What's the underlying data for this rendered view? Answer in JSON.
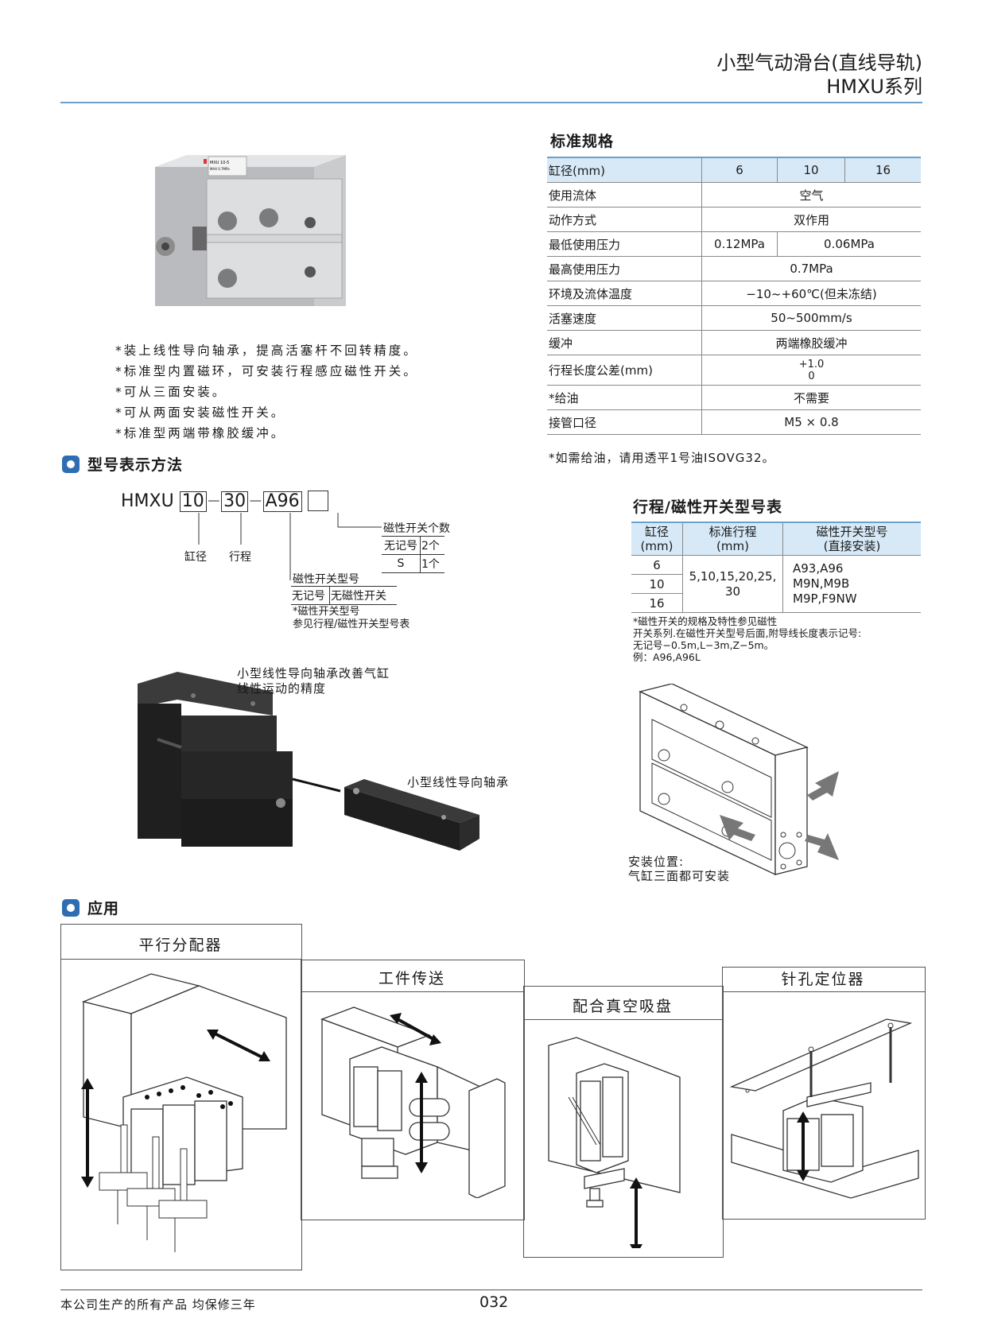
{
  "header": {
    "title_line1": "小型气动滑台(直线导轨)",
    "title_line2": "HMXU系列"
  },
  "spec": {
    "title": "标准规格",
    "rows": [
      {
        "label": "缸径(mm)",
        "values": [
          "6",
          "10",
          "16"
        ]
      },
      {
        "label": "使用流体",
        "value": "空气"
      },
      {
        "label": "动作方式",
        "value": "双作用"
      },
      {
        "label": "最低使用压力",
        "values": [
          "0.12MPa",
          "0.06MPa"
        ]
      },
      {
        "label": "最高使用压力",
        "value": "0.7MPa"
      },
      {
        "label": "环境及流体温度",
        "value": "−10~+60℃(但未冻结)"
      },
      {
        "label": "活塞速度",
        "value": "50~500mm/s"
      },
      {
        "label": "缓冲",
        "value": "两端橡胶缓冲"
      },
      {
        "label": "行程长度公差(mm)",
        "tol_upper": "+1.0",
        "tol_lower": "0"
      },
      {
        "label": "*给油",
        "value": "不需要"
      },
      {
        "label": "接管口径",
        "value": "M5 × 0.8"
      }
    ],
    "note": "*如需给油，请用透平1号油ISOVG32。"
  },
  "product_label": {
    "l1": "MXU 10-5",
    "l2": "MAX 0.7MPa"
  },
  "features": [
    "*装上线性导向轴承，提高活塞杆不回转精度。",
    "*标准型内置磁环，可安装行程感应磁性开关。",
    "*可从三面安装。",
    "*可从两面安装磁性开关。",
    "*标准型两端带橡胶缓冲。"
  ],
  "model": {
    "title": "型号表示方法",
    "prefix": "HMXU",
    "bore": "10",
    "dash1": "−",
    "stroke": "30",
    "dash2": "−",
    "switch": "A96",
    "count": "",
    "label_bore": "缸径",
    "label_stroke": "行程",
    "count_title": "磁性开关个数",
    "count_rows": [
      [
        "无记号",
        "2个"
      ],
      [
        "S",
        "1个"
      ]
    ],
    "switch_title": "磁性开关型号",
    "switch_row": [
      "无记号",
      "无磁性开关"
    ],
    "switch_note1": "*磁性开关型号",
    "switch_note2": "参见行程/磁性开关型号表"
  },
  "stroke_table": {
    "title": "行程/磁性开关型号表",
    "head": [
      "缸径\n(mm)",
      "标准行程\n(mm)",
      "磁性开关型号\n(直接安装)"
    ],
    "bores": [
      "6",
      "10",
      "16"
    ],
    "strokes": "5,10,15,20,25,\n30",
    "switches": "A93,A96\nM9N,M9B\nM9P,F9NW",
    "notes": [
      "*磁性开关的规格及特性参见磁性",
      "开关系列.在磁性开关型号后面,附导线长度表示记号:",
      "无记号−0.5m,L−3m,Z−5m。",
      "例：A96,A96L"
    ]
  },
  "illustration": {
    "caption1": "小型线性导向轴承改善气缸",
    "caption2": "线性运动的精度",
    "caption3": "小型线性导向轴承",
    "mount1": "安装位置:",
    "mount2": "气缸三面都可安装"
  },
  "application": {
    "title": "应用",
    "boxes": [
      "平行分配器",
      "工件传送",
      "配合真空吸盘",
      "针孔定位器"
    ]
  },
  "footer": {
    "warranty": "本公司生产的所有产品  均保修三年",
    "page": "032"
  }
}
